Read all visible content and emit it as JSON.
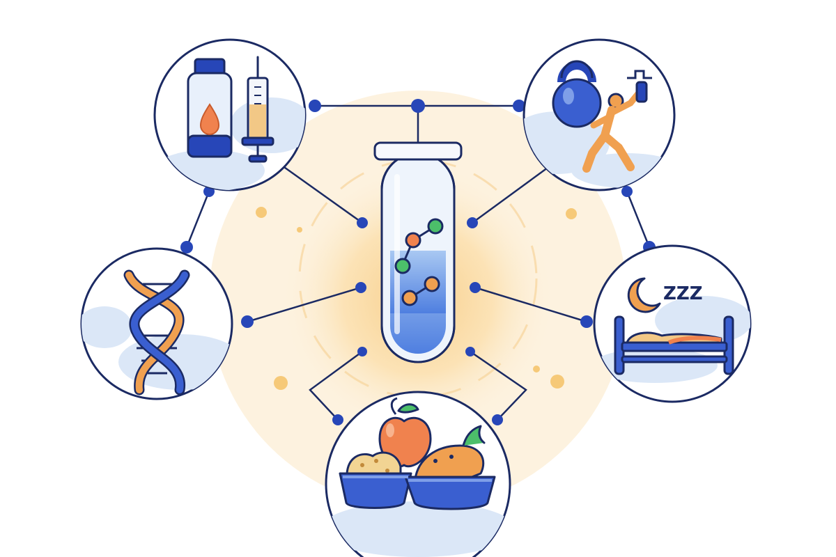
{
  "diagram": {
    "center": {
      "icon": "test-tube-icon"
    },
    "nodes": [
      {
        "id": "medication",
        "icon": "medicine-bottle-and-syringe-icon"
      },
      {
        "id": "exercise",
        "icon": "kettlebell-and-exercising-person-icon"
      },
      {
        "id": "genetics",
        "icon": "dna-helix-icon"
      },
      {
        "id": "sleep",
        "icon": "sleep-bed-moon-icon"
      },
      {
        "id": "diet",
        "icon": "food-bowls-icon"
      }
    ],
    "sleep_text": "ZZZ",
    "colors": {
      "outline": "#1b2a63",
      "primary_blue": "#2746b8",
      "light_blue": "#dbe7f7",
      "orange": "#f0a050",
      "glow": "#fbe3b4",
      "green": "#4cbf6a"
    }
  }
}
